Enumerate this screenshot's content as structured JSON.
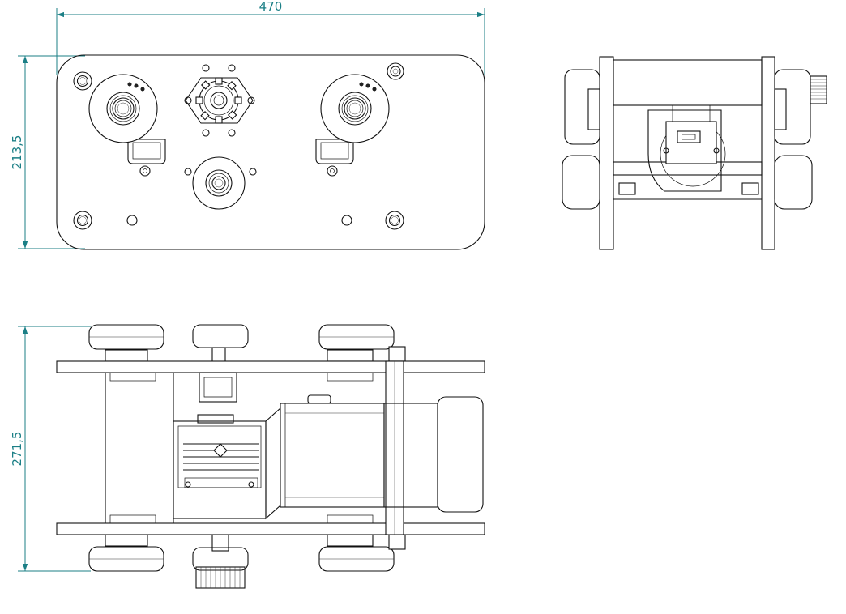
{
  "drawing": {
    "dimension_color": "#1b7f86",
    "line_color": "#111111",
    "background": "#ffffff"
  },
  "views": {
    "front": {
      "width_dimension": "470",
      "height_dimension": "213,5"
    },
    "top": {
      "height_dimension": "271,5"
    }
  }
}
